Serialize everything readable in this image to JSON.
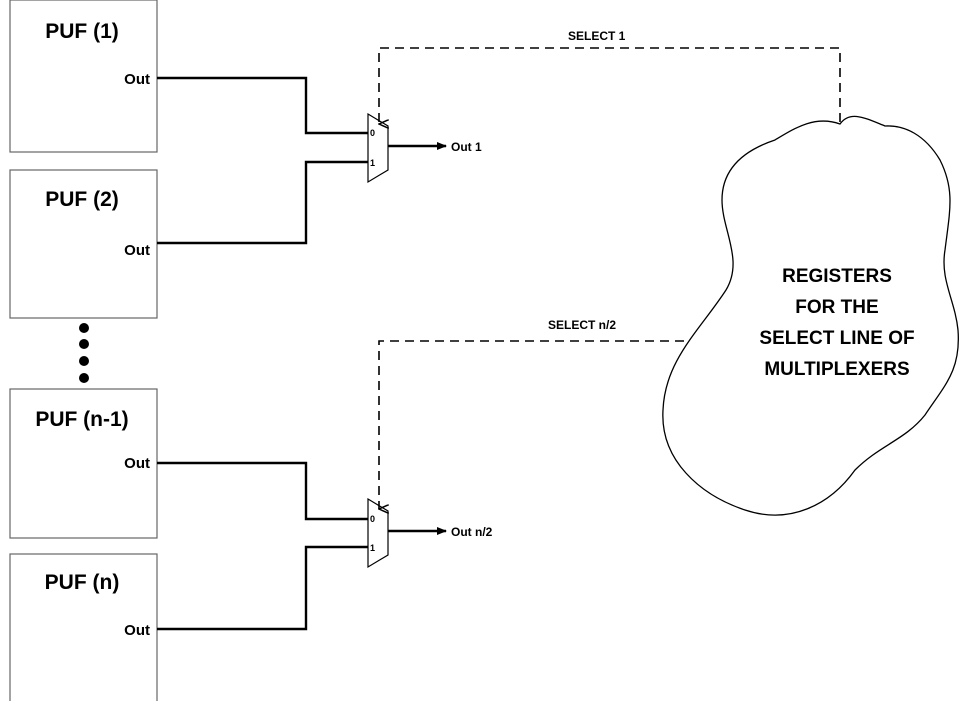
{
  "pufs": [
    {
      "title": "PUF (1)",
      "out_label": "Out"
    },
    {
      "title": "PUF (2)",
      "out_label": "Out"
    },
    {
      "title": "PUF (n-1)",
      "out_label": "Out"
    },
    {
      "title": "PUF (n)",
      "out_label": "Out"
    }
  ],
  "muxes": [
    {
      "pin0": "0",
      "pin1": "1",
      "output_label": "Out 1",
      "select_label": "SELECT 1"
    },
    {
      "pin0": "0",
      "pin1": "1",
      "output_label": "Out n/2",
      "select_label": "SELECT n/2"
    }
  ],
  "registers": {
    "lines": [
      "REGISTERS",
      "FOR THE",
      "SELECT LINE OF",
      "MULTIPLEXERS"
    ]
  }
}
